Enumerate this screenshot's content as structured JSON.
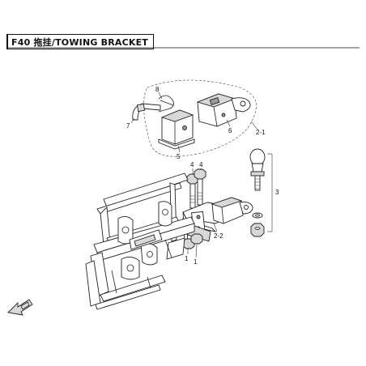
{
  "header": {
    "title": "F40 拖挂/TOWING BRACKET"
  },
  "callouts": {
    "c1a": "1",
    "c1b": "1",
    "c2_1": "2-1",
    "c2_2": "2-2",
    "c3": "3",
    "c4a": "4",
    "c4b": "4",
    "c5": "5",
    "c6": "6",
    "c7": "7",
    "c8": "8"
  },
  "icons": {
    "front_arrow": "front-arrow-icon"
  }
}
